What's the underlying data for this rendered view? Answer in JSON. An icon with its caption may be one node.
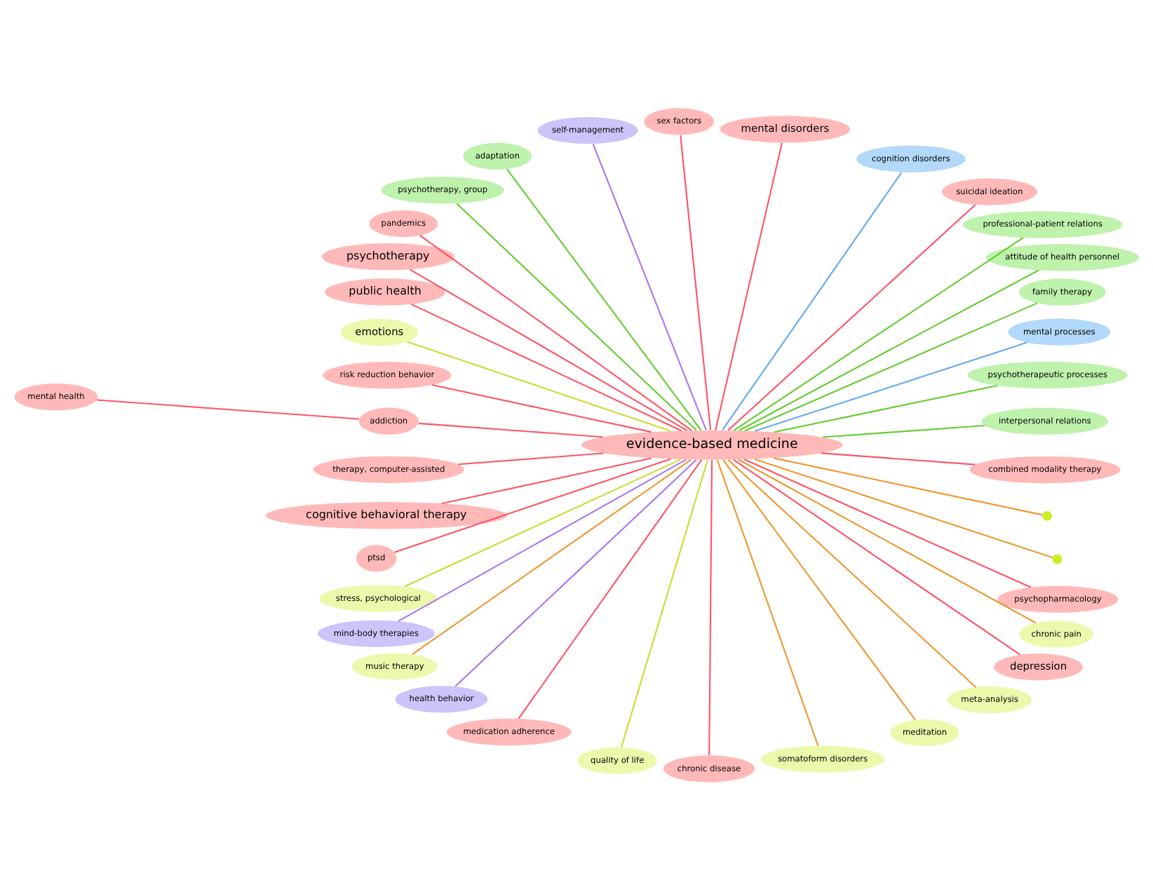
{
  "diagram": {
    "nodes": [
      {
        "text": [
          "interpersonal relations"
        ]
      },
      {
        "text": [
          "psychotherapeutic processes"
        ]
      },
      {
        "text": [
          "mental processes"
        ]
      },
      {
        "text": [
          "family therapy"
        ]
      },
      {
        "text": [
          "attitude of health personnel"
        ]
      },
      {
        "text": [
          "professional-patient relations"
        ]
      },
      {
        "text": [
          "suicidal ideation"
        ]
      },
      {
        "text": [
          "cognition disorders"
        ]
      },
      {
        "text": [
          "mental disorders"
        ]
      },
      {
        "text": [
          "sex factors"
        ]
      },
      {
        "text": [
          "self-management"
        ]
      },
      {
        "text": [
          "adaptation"
        ]
      },
      {
        "text": [
          "psychotherapy, group"
        ]
      },
      {
        "text": [
          "evidence-based medicine"
        ]
      },
      {
        "text": [
          "pandemics"
        ]
      },
      {
        "text": [
          "psychotherapy"
        ]
      },
      {
        "text": [
          "public health"
        ]
      },
      {
        "text": [
          "emotions"
        ]
      },
      {
        "text": [
          "risk reduction behavior"
        ]
      },
      {
        "text": [
          "addiction"
        ]
      },
      {
        "text": [
          "mental health"
        ]
      },
      {
        "text": [
          "therapy, computer-assisted"
        ]
      },
      {
        "text": [
          "cognitive behavioral therapy"
        ]
      },
      {
        "text": [
          "ptsd"
        ]
      },
      {
        "text": [
          "stress, psychological"
        ]
      },
      {
        "text": [
          "mind-body therapies"
        ]
      },
      {
        "text": [
          "music therapy"
        ]
      },
      {
        "text": [
          "health behavior"
        ]
      },
      {
        "text": [
          "medication adherence"
        ]
      },
      {
        "text": [
          "quality of life"
        ]
      },
      {
        "text": [
          "chronic disease"
        ]
      },
      {
        "text": [
          "somatoform disorders"
        ]
      },
      {
        "text": [
          "meditation"
        ]
      },
      {
        "text": [
          "meta-analysis"
        ]
      },
      {
        "text": [
          "depression"
        ]
      },
      {
        "text": [
          "chronic pain"
        ]
      },
      {
        "text": [
          "psychopharmacology"
        ]
      },
      {
        "text": [],
        "shape": "circle"
      },
      {
        "text": [],
        "shape": "circle"
      },
      {
        "text": [
          "combined modality therapy"
        ]
      }
    ],
    "edges": [
      {
        "from": 13,
        "to": 0,
        "arrow": "none",
        "color": "#66cc33"
      },
      {
        "from": 13,
        "to": 1,
        "arrow": "none",
        "color": "#66cc33"
      },
      {
        "from": 13,
        "to": 2,
        "arrow": "none",
        "color": "#66aaee"
      },
      {
        "from": 13,
        "to": 3,
        "arrow": "none",
        "color": "#66cc33"
      },
      {
        "from": 13,
        "to": 4,
        "arrow": "none",
        "color": "#66cc33"
      },
      {
        "from": 13,
        "to": 5,
        "arrow": "none",
        "color": "#66cc33"
      },
      {
        "from": 13,
        "to": 6,
        "arrow": "none"
      },
      {
        "from": 13,
        "to": 7,
        "arrow": "none",
        "color": "#66aaee"
      },
      {
        "from": 13,
        "to": 8,
        "arrow": "none"
      },
      {
        "from": 13,
        "to": 9,
        "arrow": "none"
      },
      {
        "from": 13,
        "to": 10,
        "arrow": "none",
        "color": "#aa77ee"
      },
      {
        "from": 13,
        "to": 11,
        "arrow": "none",
        "color": "#66cc33"
      },
      {
        "from": 13,
        "to": 12,
        "arrow": "none",
        "color": "#66cc33"
      },
      {
        "from": 13,
        "to": 14,
        "arrow": "none"
      },
      {
        "from": 13,
        "to": 15,
        "arrow": "none"
      },
      {
        "from": 13,
        "to": 16,
        "arrow": "none"
      },
      {
        "from": 13,
        "to": 17,
        "arrow": "none",
        "color": "#ccdd33"
      },
      {
        "from": 13,
        "to": 18,
        "arrow": "none"
      },
      {
        "from": 13,
        "to": 19,
        "arrow": "none"
      },
      {
        "from": 19,
        "to": 20,
        "arrow": "none"
      },
      {
        "from": 13,
        "to": 21,
        "arrow": "none"
      },
      {
        "from": 13,
        "to": 22,
        "arrow": "none"
      },
      {
        "from": 13,
        "to": 23,
        "arrow": "none"
      },
      {
        "from": 13,
        "to": 24,
        "arrow": "none",
        "color": "#ccdd33"
      },
      {
        "from": 13,
        "to": 25,
        "arrow": "none",
        "color": "#aa77ee"
      },
      {
        "from": 13,
        "to": 26,
        "arrow": "none",
        "color": "#ee9933"
      },
      {
        "from": 13,
        "to": 27,
        "arrow": "none",
        "color": "#aa77ee"
      },
      {
        "from": 13,
        "to": 28,
        "arrow": "none"
      },
      {
        "from": 13,
        "to": 29,
        "arrow": "none",
        "color": "#ccdd33"
      },
      {
        "from": 13,
        "to": 30,
        "arrow": "none"
      },
      {
        "from": 13,
        "to": 31,
        "arrow": "none",
        "color": "#ee9933"
      },
      {
        "from": 13,
        "to": 32,
        "arrow": "none",
        "color": "#ee9933"
      },
      {
        "from": 13,
        "to": 33,
        "arrow": "none",
        "color": "#ee9933"
      },
      {
        "from": 13,
        "to": 34,
        "arrow": "none"
      },
      {
        "from": 13,
        "to": 35,
        "arrow": "none",
        "color": "#ee9933"
      },
      {
        "from": 13,
        "to": 36,
        "arrow": "none"
      },
      {
        "from": 13,
        "to": 37,
        "arrow": "none",
        "color": "#ee9933"
      },
      {
        "from": 13,
        "to": 38,
        "arrow": "none",
        "color": "#ee9933"
      },
      {
        "from": 13,
        "to": 39,
        "arrow": "none"
      }
    ]
  }
}
